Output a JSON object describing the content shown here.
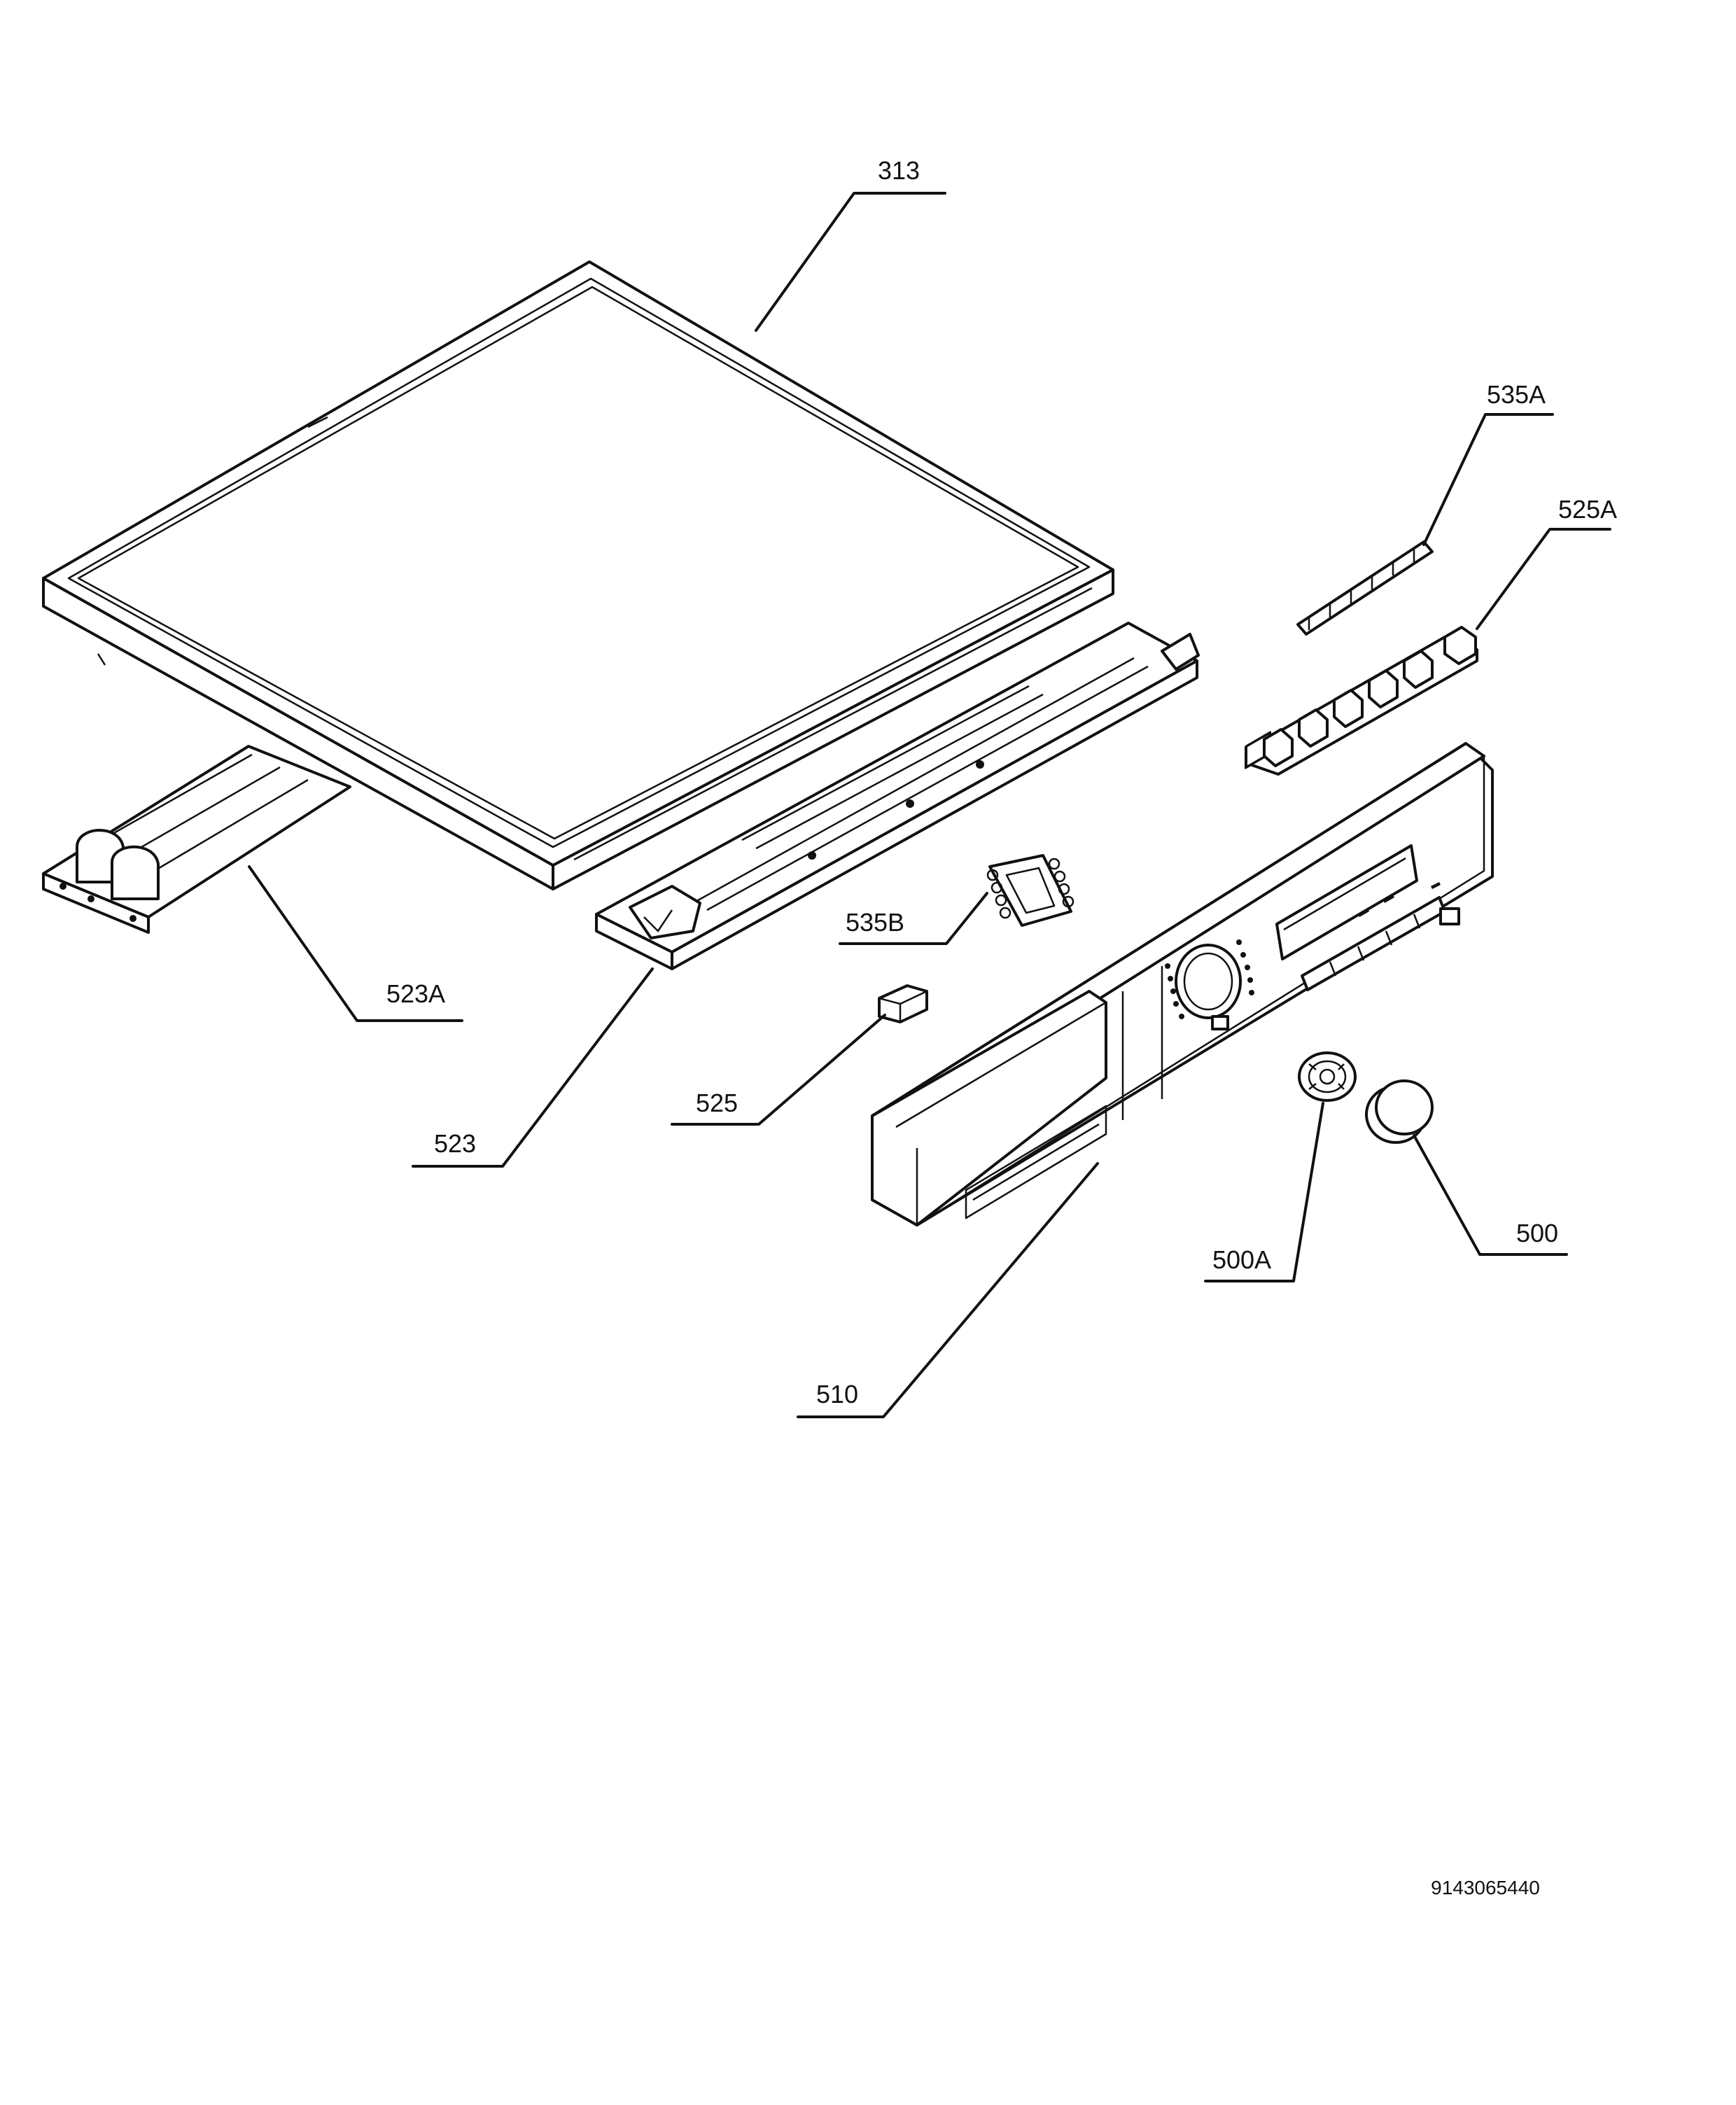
{
  "labels": {
    "p313": "313",
    "p535a": "535A",
    "p525a": "525A",
    "p535b": "535B",
    "p523a": "523A",
    "p523": "523",
    "p525": "525",
    "p500a": "500A",
    "p500": "500",
    "p510": "510"
  },
  "document_number": "9143065440",
  "colors": {
    "line": "#111111",
    "background": "#ffffff"
  }
}
